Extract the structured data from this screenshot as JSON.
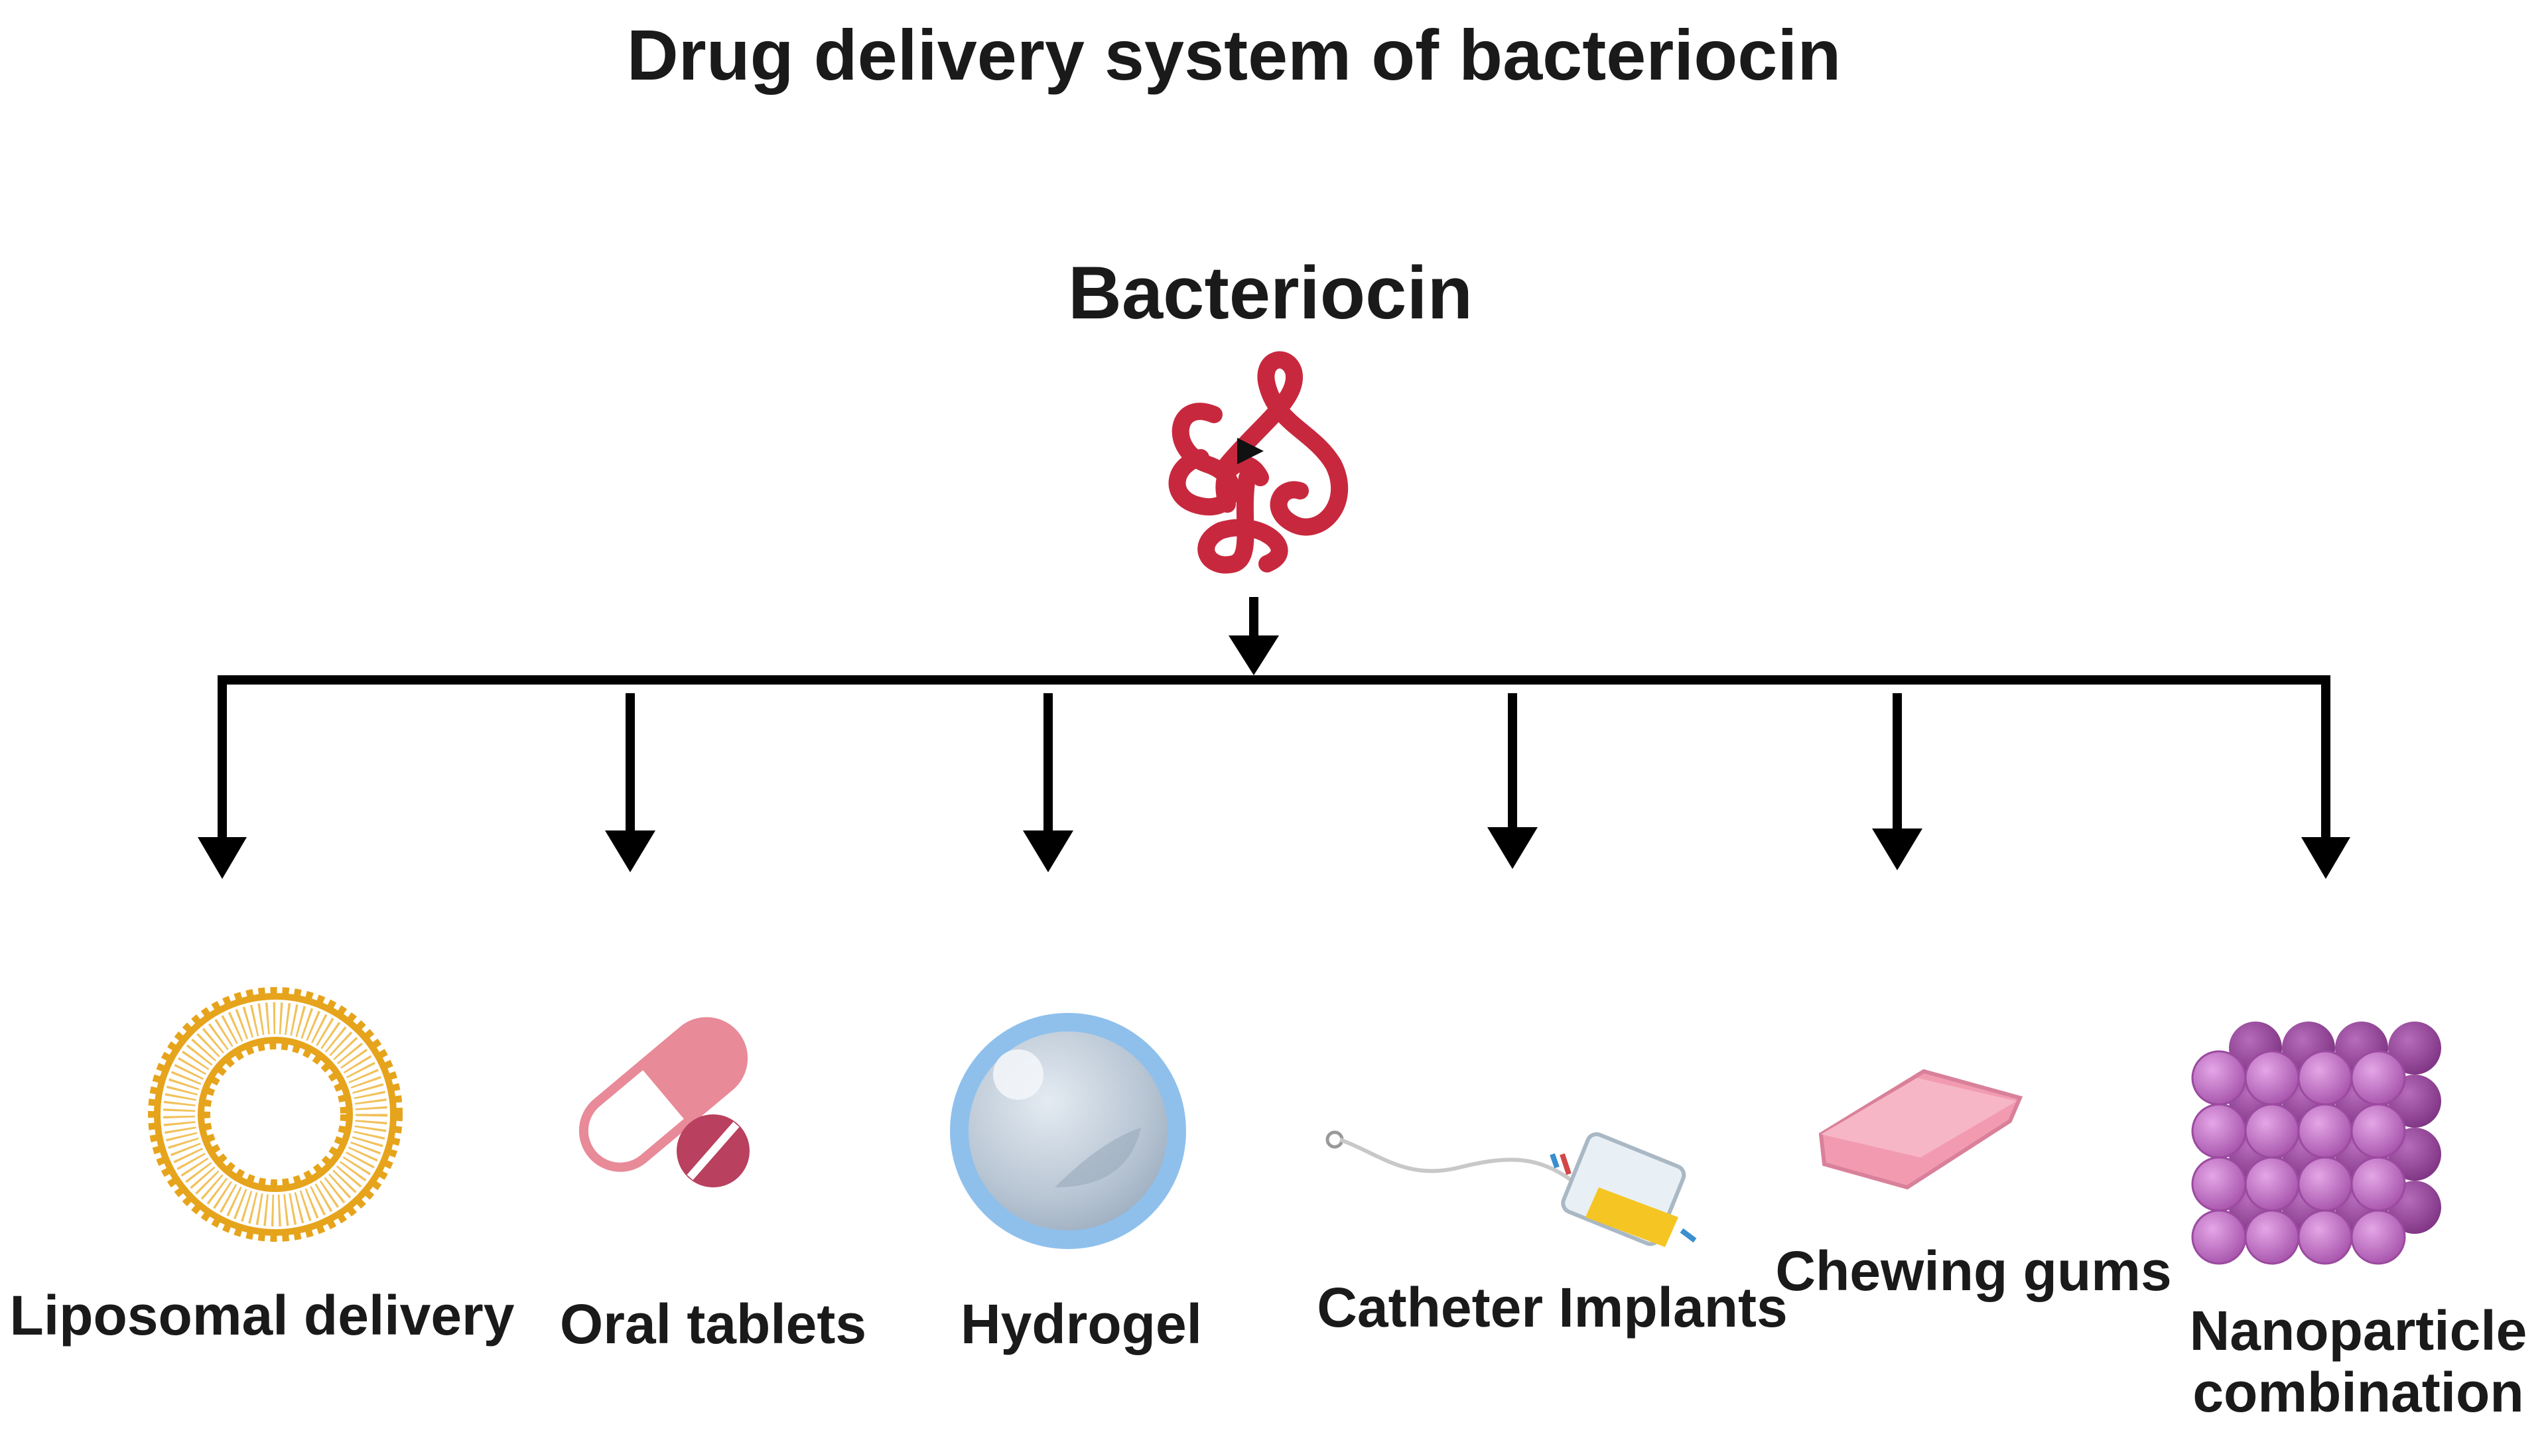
{
  "title": "Drug delivery system of bacteriocin",
  "source_node": {
    "label": "Bacteriocin",
    "icon": "peptide-chain-icon"
  },
  "colors": {
    "arrow": "#000000",
    "peptide": "#c8283e",
    "liposome": "#e6a41c",
    "pill": "#e88a98",
    "tablet": "#b9405e",
    "hydrogel_ring": "#7db4e6",
    "gum": "#f29bb0",
    "nanoparticle": "#b561b8"
  },
  "branches": [
    {
      "label": "Liposomal delivery",
      "icon": "liposome-icon"
    },
    {
      "label": "Oral tablets",
      "icon": "pill-icon"
    },
    {
      "label": "Hydrogel",
      "icon": "hydrogel-sphere-icon"
    },
    {
      "label": "Catheter Implants",
      "icon": "catheter-bag-icon"
    },
    {
      "label": "Chewing gums",
      "icon": "chewing-gum-icon"
    },
    {
      "label": "Nanoparticle combination",
      "label_lines": [
        "Nanoparticle",
        "combination"
      ],
      "icon": "nanoparticle-cube-icon"
    }
  ]
}
